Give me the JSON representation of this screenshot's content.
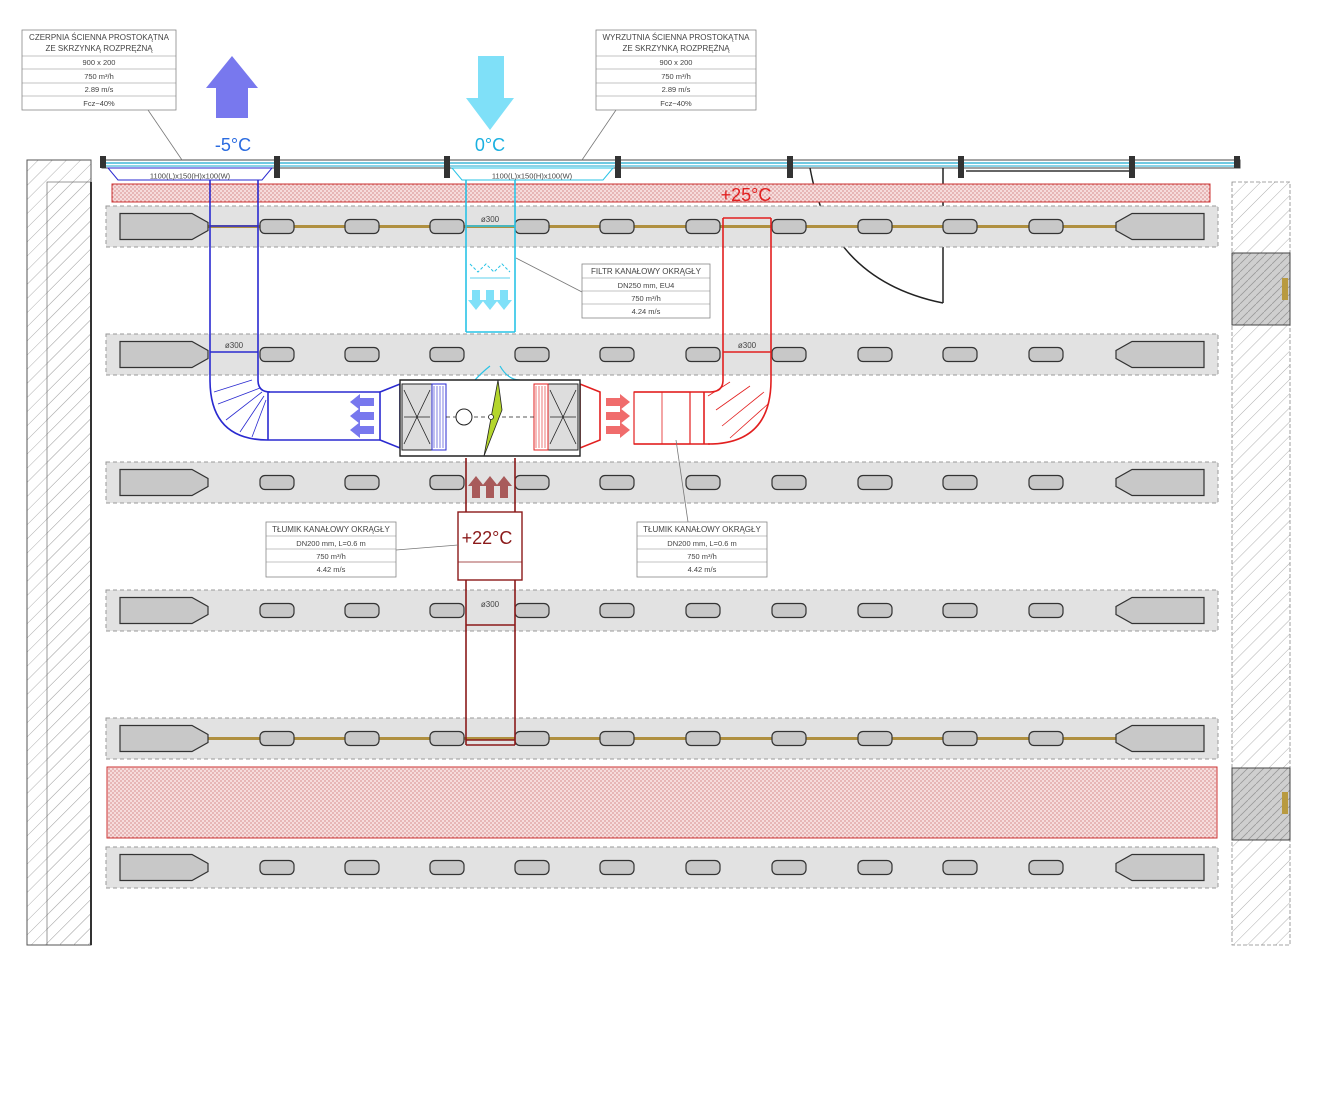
{
  "intake_box": {
    "line1": "CZERPNIA ŚCIENNA PROSTOKĄTNA",
    "line2": "ZE SKRZYNKĄ ROZPRĘŻNĄ",
    "size": "900 x 200",
    "flow": "750 m³/h",
    "velocity": "2.89 m/s",
    "area": "Fcz~40%"
  },
  "exhaust_box": {
    "line1": "WYRZUTNIA ŚCIENNA PROSTOKĄTNA",
    "line2": "ZE SKRZYNKĄ ROZPRĘŻNĄ",
    "size": "900 x 200",
    "flow": "750 m³/h",
    "velocity": "2.89 m/s",
    "area": "Fcz~40%"
  },
  "filter_box": {
    "line1": "FILTR KANAŁOWY OKRĄGŁY",
    "line2": "DN250 mm, EU4",
    "flow": "750 m³/h",
    "velocity": "4.24 m/s"
  },
  "silencer_left": {
    "line1": "TŁUMIK KANAŁOWY OKRĄGŁY",
    "line2": "DN200 mm, L=0.6 m",
    "flow": "750 m³/h",
    "velocity": "4.42 m/s"
  },
  "silencer_right": {
    "line1": "TŁUMIK KANAŁOWY OKRĄGŁY",
    "line2": "DN200 mm, L=0.6 m",
    "flow": "750 m³/h",
    "velocity": "4.42 m/s"
  },
  "temps": {
    "exhaust_out": "-5°C",
    "fresh_in": "0°C",
    "supply": "+25°C",
    "extract": "+22°C"
  },
  "plenum_left": "1100(L)x150(H)x100(W)",
  "plenum_right": "1100(L)x150(H)x100(W)",
  "duct_labels": {
    "fresh": "ø300",
    "exhaust": "ø300",
    "supply": "ø300",
    "extract": "ø300"
  },
  "colors": {
    "exhaust": "#2a2ad0",
    "fresh": "#29c3e6",
    "supply": "#e21f1f",
    "extract": "#8b1a1a",
    "arrow_exhaust": "#7878ee",
    "arrow_fresh": "#7fe0f8",
    "arrow_supply": "#f06c6c",
    "arrow_extract": "#a85a5a",
    "bypass": "#b4d62c"
  }
}
